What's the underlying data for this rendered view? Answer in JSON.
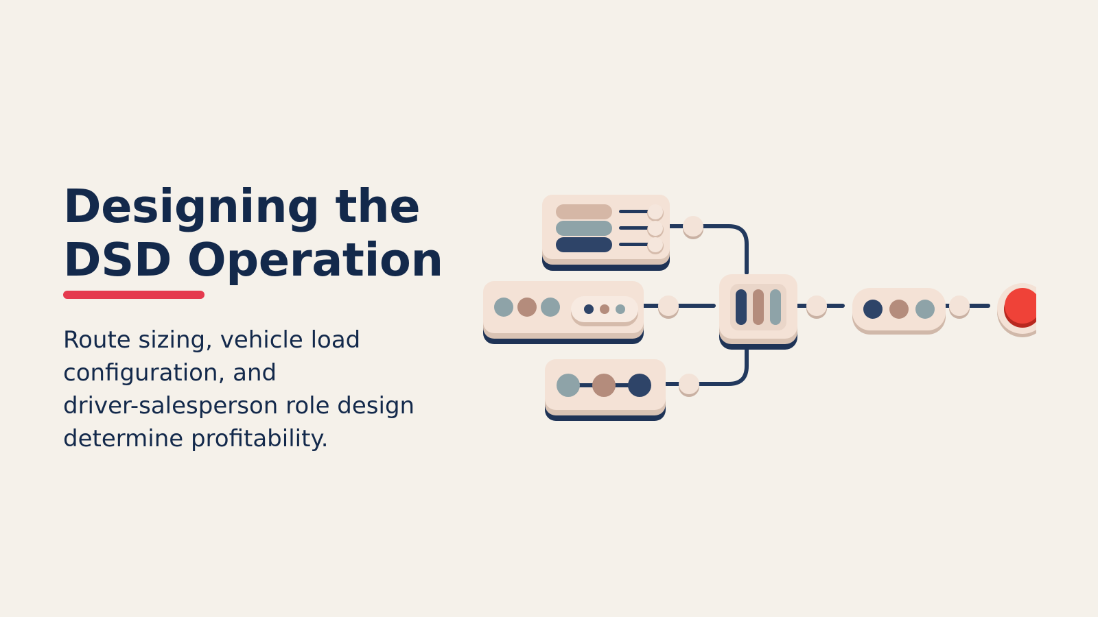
{
  "slide": {
    "title_line1": "Designing the",
    "title_line2": "DSD Operation",
    "subtitle_lines": [
      "Route sizing, vehicle load",
      "configuration, and",
      "driver-salesperson role design",
      "determine profitability."
    ]
  },
  "colors": {
    "background": "#F5F1EA",
    "text": "#13294B",
    "accent": "#E53A4E",
    "card": "#F4E2D6",
    "card_shadow": "#1E3356",
    "node_navy": "#2E4468",
    "node_slate": "#8EA3A8",
    "node_tan": "#B48C7C",
    "node_red": "#EF4238"
  },
  "diagram": {
    "icons": [
      "stacked-bars-with-sliders-icon",
      "three-dot-toggle-card-icon",
      "three-node-path-icon",
      "vertical-bars-hub-icon",
      "three-dot-output-card-icon",
      "red-endpoint-icon"
    ]
  }
}
